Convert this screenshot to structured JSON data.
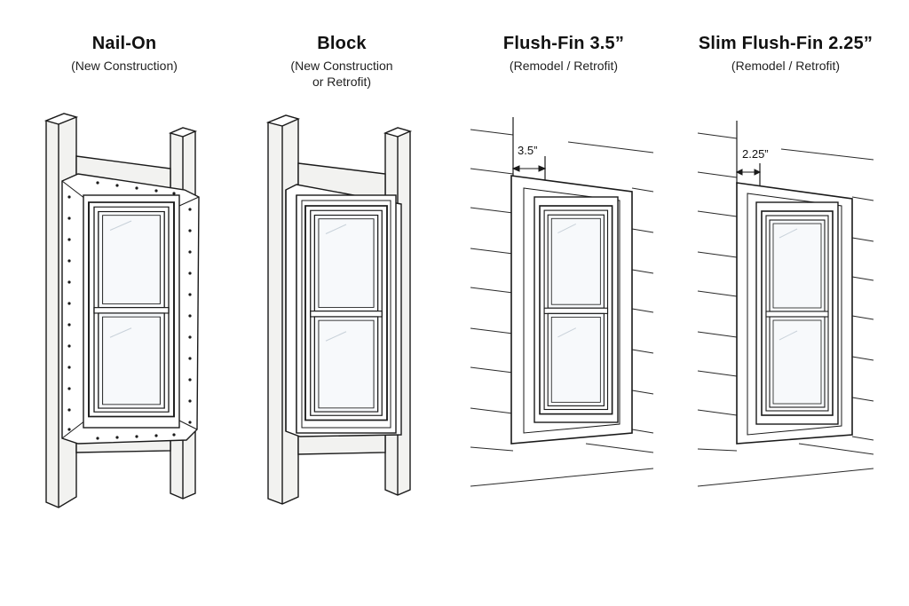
{
  "panels": [
    {
      "title": "Nail-On",
      "subtitle_lines": [
        "(New Construction)"
      ]
    },
    {
      "title": "Block",
      "subtitle_lines": [
        "(New Construction",
        "or Retrofit)"
      ]
    },
    {
      "title": "Flush-Fin 3.5”",
      "subtitle_lines": [
        "(Remodel / Retrofit)"
      ],
      "dimension_label": "3.5”"
    },
    {
      "title": "Slim Flush-Fin 2.25”",
      "subtitle_lines": [
        "(Remodel / Retrofit)"
      ],
      "dimension_label": "2.25”"
    }
  ],
  "colors": {
    "line": "#1a1a1a",
    "wood": "#f2f2f0",
    "glass": "#f7f9fb",
    "fin": "#ffffff"
  }
}
